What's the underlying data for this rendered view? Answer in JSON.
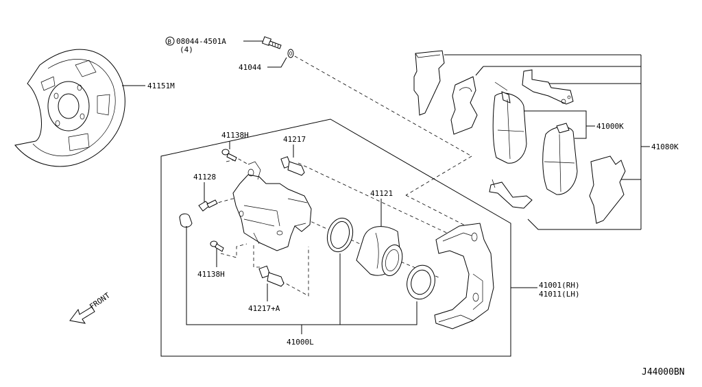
{
  "diagram": {
    "callouts": {
      "bolt_circled_letter": "B",
      "bolt": "08044-4501A",
      "bolt_qty": "(4)",
      "washer": "41044",
      "splash_shield": "41151M",
      "pad_kit": "41080K",
      "pads": "41000K",
      "caliper_rh": "41001(RH)",
      "caliper_lh": "41011(LH)",
      "bleeder_bolt_upper": "41138H",
      "pin_bolt_upper": "41217",
      "bleeder": "41128",
      "piston": "41121",
      "bleeder_bolt_lower": "41138H",
      "pin_bolt_lower": "41217+A",
      "seal_kit": "41000L"
    },
    "front_label": "FRONT",
    "diagram_code": "J44000BN"
  }
}
